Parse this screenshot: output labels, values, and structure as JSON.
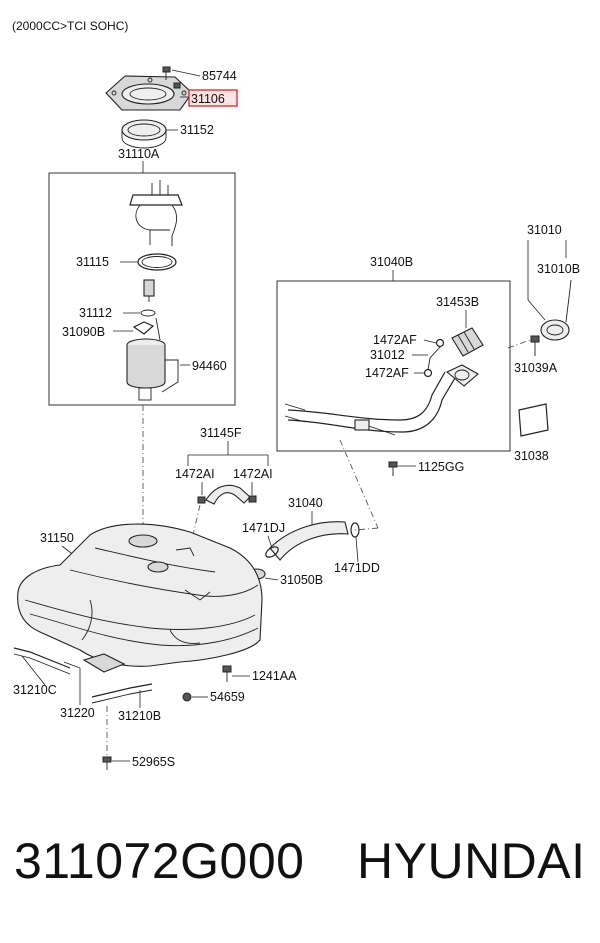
{
  "diagram": {
    "note": "(2000CC>TCI SOHC)",
    "highlight_color": "#d22222",
    "labels": {
      "p85744": "85744",
      "p31106": "31106",
      "p31152": "31152",
      "p31110A": "31110A",
      "p31115": "31115",
      "p31112": "31112",
      "p31090B": "31090B",
      "p94460": "94460",
      "p31010": "31010",
      "p31010B": "31010B",
      "p31040B": "31040B",
      "p31453B": "31453B",
      "p1472AF_a": "1472AF",
      "p31012": "31012",
      "p1472AF_b": "1472AF",
      "p31039A": "31039A",
      "p31038": "31038",
      "p1125GG": "1125GG",
      "p31145F": "31145F",
      "p1472AI_a": "1472AI",
      "p1472AI_b": "1472AI",
      "p31040": "31040",
      "p1471DJ": "1471DJ",
      "p31150": "31150",
      "p31050B": "31050B",
      "p1471DD": "1471DD",
      "p1241AA": "1241AA",
      "p54659": "54659",
      "p31210C": "31210C",
      "p31220": "31220",
      "p31210B": "31210B",
      "p52965S": "52965S"
    }
  },
  "footer": {
    "part_number": "311072G000",
    "brand": "HYUNDAI"
  }
}
